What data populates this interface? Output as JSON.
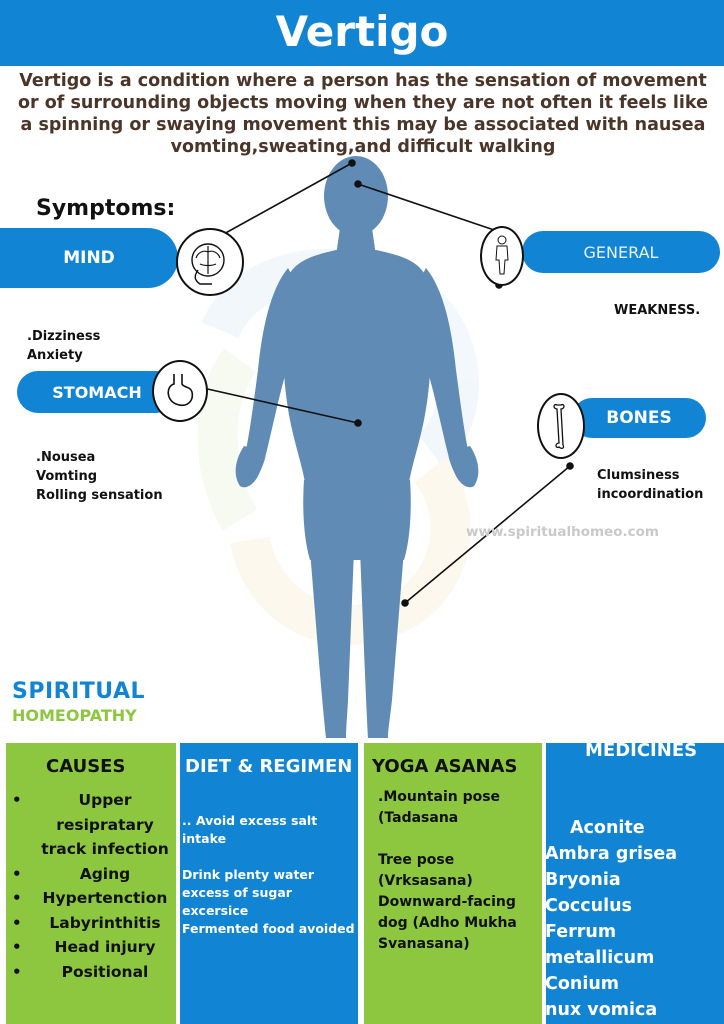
{
  "header": {
    "title": "Vertigo"
  },
  "intro": {
    "lines": [
      "Vertigo is a condition where a person has the sensation of movement",
      "or of surrounding objects moving when they are not often it feels like",
      "a spinning or swaying movement this may be associated with nausea",
      "vomting,sweating,and difficult walking"
    ]
  },
  "symptoms": {
    "heading": "Symptoms:",
    "mind": {
      "label": "MIND",
      "notes": [
        ".Dizziness",
        "Anxiety"
      ]
    },
    "general": {
      "label": "GENERAL",
      "notes": [
        "WEAKNESS."
      ]
    },
    "stomach": {
      "label": "STOMACH",
      "notes": [
        ".Nousea",
        "Vomting",
        "Rolling sensation"
      ]
    },
    "bones": {
      "label": "BONES",
      "notes": [
        "Clumsiness",
        "incoordination"
      ]
    }
  },
  "watermark": "www.spiritualhomeo.com",
  "brand": {
    "line1": "SPIRITUAL",
    "line2": "HOMEOPATHY"
  },
  "causes": {
    "heading": "CAUSES",
    "items": [
      "Upper resipratary track infection",
      "Aging",
      "Hypertenction",
      "Labyrinthitis",
      "Head injury",
      "Positional"
    ]
  },
  "diet": {
    "heading": "DIET & REGIMEN",
    "lines": [
      ".. Avoid excess salt",
      "intake",
      "",
      "Drink plenty water",
      "excess of sugar",
      "excersice",
      "Fermented food avoided"
    ]
  },
  "yoga": {
    "heading": "YOGA ASANAS",
    "lines": [
      ".Mountain pose",
      "(Tadasana",
      "",
      "Tree pose",
      "(Vrksasana)",
      "Downward-facing",
      "dog (Adho Mukha",
      "Svanasana)"
    ]
  },
  "medicines": {
    "heading": "MEDICINES",
    "first": "Aconite",
    "items": [
      "Ambra grisea",
      "Bryonia",
      "Cocculus",
      "Ferrum",
      "metallicum",
      "Conium",
      "nux vomica"
    ]
  },
  "colors": {
    "blue": "#1185d4",
    "green": "#8dc63f",
    "body": "#5f8bb5",
    "brown": "#4a3528"
  },
  "icons": [
    "brain-icon",
    "person-outline-icon",
    "stomach-icon",
    "bone-icon"
  ]
}
